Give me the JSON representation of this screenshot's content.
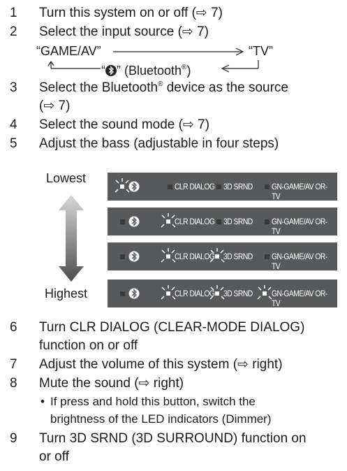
{
  "items": [
    {
      "num": "1",
      "text": "Turn this system on or off (⇨ 7)"
    },
    {
      "num": "2",
      "text": "Select the input source (⇨ 7)"
    },
    {
      "num": "3",
      "line1": "Select the Bluetooth",
      "line1_sup": "®",
      "line1_tail": " device as the source",
      "line2": "(⇨ 7)"
    },
    {
      "num": "4",
      "text": "Select the sound mode (⇨ 7)"
    },
    {
      "num": "5",
      "text": "Adjust the bass (adjustable in four steps)"
    },
    {
      "num": "6",
      "line1": "Turn CLR DIALOG (CLEAR-MODE DIALOG)",
      "line2": "function on or off"
    },
    {
      "num": "7",
      "text": "Adjust the volume of this system (⇨ right)"
    },
    {
      "num": "8",
      "text": "Mute the sound (⇨ right)"
    },
    {
      "num": "9",
      "line1": "Turn 3D SRND (3D SURROUND) function on",
      "line2": "or off"
    }
  ],
  "source_cycle": {
    "game_av": "“GAME/AV”",
    "tv": "“TV”",
    "bt_open": "“",
    "bt_close": "” (Bluetooth",
    "bt_sup": "®",
    "bt_end": ")"
  },
  "item8_note": {
    "bullet": "•",
    "line1": "If press and hold this button, switch the",
    "line2": "brightness of the LED indicators (Dimmer)"
  },
  "bass_scale": {
    "top_label": "Lowest",
    "bottom_label": "Highest",
    "panel_labels": {
      "clr": "CLR DIALOG",
      "srnd": "3D SRND",
      "gn": "GN-GAME/AV OR-TV"
    },
    "levels": [
      {
        "level": 1,
        "bt_lit": true,
        "clr_lit": false,
        "srnd_lit": false,
        "gn_lit": false
      },
      {
        "level": 2,
        "bt_lit": false,
        "clr_lit": true,
        "srnd_lit": false,
        "gn_lit": false
      },
      {
        "level": 3,
        "bt_lit": false,
        "clr_lit": true,
        "srnd_lit": true,
        "gn_lit": false
      },
      {
        "level": 4,
        "bt_lit": false,
        "clr_lit": true,
        "srnd_lit": true,
        "gn_lit": true
      }
    ]
  },
  "colors": {
    "panel_bg": "#58595b",
    "led_off": "#3a3a3a",
    "led_on": "#ffffff",
    "arrow_light": "#d8d8d8",
    "arrow_dark": "#4d4d4d"
  }
}
